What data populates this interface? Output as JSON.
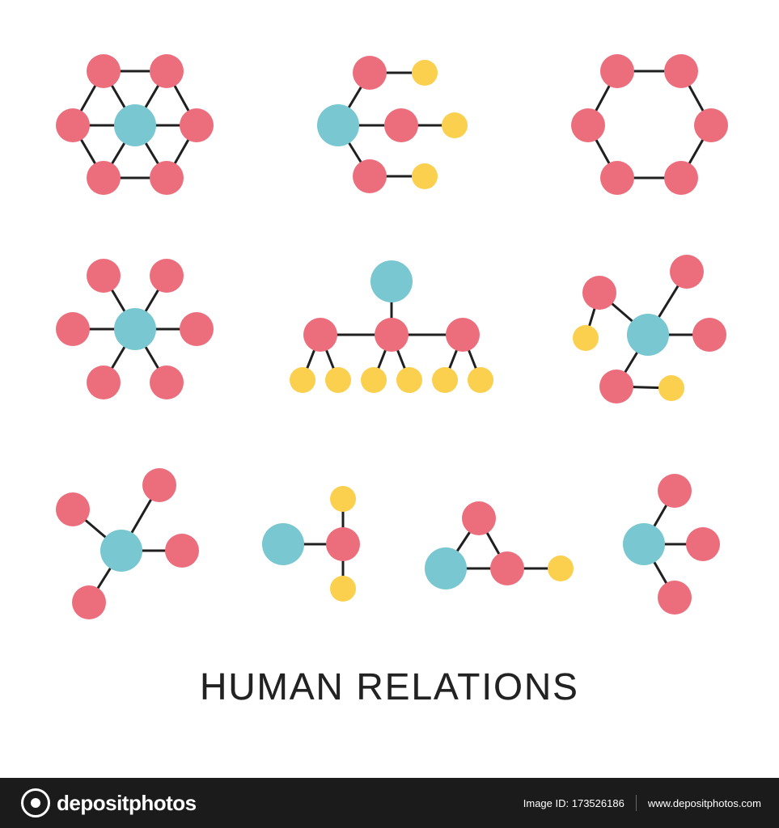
{
  "title": "HUMAN RELATIONS",
  "footer": {
    "brand": "depositphotos",
    "image_id": "Image ID: 173526186",
    "website": "www.depositphotos.com"
  },
  "colors": {
    "pink": "#ec6e7c",
    "teal": "#79c7d0",
    "yellow": "#fbd04e",
    "line": "#1f1f1f"
  },
  "diagrams": [
    {
      "name": "hexagon-hub",
      "nodes": [
        {
          "id": "c",
          "color": "teal",
          "r": 26
        },
        {
          "id": "tl",
          "color": "pink",
          "r": 21
        },
        {
          "id": "tr",
          "color": "pink",
          "r": 21
        },
        {
          "id": "l",
          "color": "pink",
          "r": 21
        },
        {
          "id": "rr",
          "color": "pink",
          "r": 21
        },
        {
          "id": "bl",
          "color": "pink",
          "r": 21
        },
        {
          "id": "br",
          "color": "pink",
          "r": 21
        }
      ],
      "edges": [
        [
          "c",
          "tl"
        ],
        [
          "c",
          "tr"
        ],
        [
          "c",
          "l"
        ],
        [
          "c",
          "rr"
        ],
        [
          "c",
          "bl"
        ],
        [
          "c",
          "br"
        ],
        [
          "tl",
          "tr"
        ],
        [
          "tr",
          "rr"
        ],
        [
          "rr",
          "br"
        ],
        [
          "br",
          "bl"
        ],
        [
          "bl",
          "l"
        ],
        [
          "l",
          "tl"
        ]
      ]
    },
    {
      "name": "branching-tree",
      "nodes": [
        {
          "id": "c",
          "color": "teal",
          "r": 26
        },
        {
          "id": "p1",
          "color": "pink",
          "r": 21
        },
        {
          "id": "p2",
          "color": "pink",
          "r": 21
        },
        {
          "id": "p3",
          "color": "pink",
          "r": 21
        },
        {
          "id": "y1",
          "color": "yellow",
          "r": 16
        },
        {
          "id": "y2",
          "color": "yellow",
          "r": 16
        },
        {
          "id": "y3",
          "color": "yellow",
          "r": 16
        }
      ],
      "edges": [
        [
          "c",
          "p1"
        ],
        [
          "c",
          "p2"
        ],
        [
          "c",
          "p3"
        ],
        [
          "p1",
          "y1"
        ],
        [
          "p2",
          "y2"
        ],
        [
          "p3",
          "y3"
        ]
      ]
    },
    {
      "name": "hexagon-ring",
      "nodes": [
        {
          "id": "a",
          "color": "pink",
          "r": 21
        },
        {
          "id": "b",
          "color": "pink",
          "r": 21
        },
        {
          "id": "c",
          "color": "pink",
          "r": 21
        },
        {
          "id": "d",
          "color": "pink",
          "r": 21
        },
        {
          "id": "e",
          "color": "pink",
          "r": 21
        },
        {
          "id": "f",
          "color": "pink",
          "r": 21
        }
      ],
      "edges": [
        [
          "a",
          "b"
        ],
        [
          "b",
          "c"
        ],
        [
          "c",
          "d"
        ],
        [
          "d",
          "e"
        ],
        [
          "e",
          "f"
        ],
        [
          "f",
          "a"
        ]
      ]
    },
    {
      "name": "star-hub",
      "nodes": [
        {
          "id": "c",
          "color": "teal",
          "r": 26
        },
        {
          "id": "a",
          "color": "pink",
          "r": 21
        },
        {
          "id": "b",
          "color": "pink",
          "r": 21
        },
        {
          "id": "d",
          "color": "pink",
          "r": 21
        },
        {
          "id": "e",
          "color": "pink",
          "r": 21
        },
        {
          "id": "f",
          "color": "pink",
          "r": 21
        },
        {
          "id": "g",
          "color": "pink",
          "r": 21
        }
      ],
      "edges": [
        [
          "c",
          "a"
        ],
        [
          "c",
          "b"
        ],
        [
          "c",
          "d"
        ],
        [
          "c",
          "e"
        ],
        [
          "c",
          "f"
        ],
        [
          "c",
          "g"
        ]
      ]
    },
    {
      "name": "org-chart",
      "nodes": [
        {
          "id": "top",
          "color": "teal",
          "r": 26
        },
        {
          "id": "m1",
          "color": "pink",
          "r": 21
        },
        {
          "id": "m2",
          "color": "pink",
          "r": 21
        },
        {
          "id": "m3",
          "color": "pink",
          "r": 21
        },
        {
          "id": "y1",
          "color": "yellow",
          "r": 16
        },
        {
          "id": "y2",
          "color": "yellow",
          "r": 16
        },
        {
          "id": "y3",
          "color": "yellow",
          "r": 16
        },
        {
          "id": "y4",
          "color": "yellow",
          "r": 16
        },
        {
          "id": "y5",
          "color": "yellow",
          "r": 16
        },
        {
          "id": "y6",
          "color": "yellow",
          "r": 16
        }
      ],
      "edges": [
        [
          "top",
          "m2"
        ],
        [
          "m1",
          "m2"
        ],
        [
          "m2",
          "m3"
        ],
        [
          "m1",
          "y1"
        ],
        [
          "m1",
          "y2"
        ],
        [
          "m2",
          "y3"
        ],
        [
          "m2",
          "y4"
        ],
        [
          "m3",
          "y5"
        ],
        [
          "m3",
          "y6"
        ]
      ]
    },
    {
      "name": "mixed-network",
      "nodes": [
        {
          "id": "c",
          "color": "teal",
          "r": 26
        },
        {
          "id": "ul",
          "color": "pink",
          "r": 21
        },
        {
          "id": "ur",
          "color": "pink",
          "r": 21
        },
        {
          "id": "r",
          "color": "pink",
          "r": 21
        },
        {
          "id": "bl",
          "color": "pink",
          "r": 21
        },
        {
          "id": "y1",
          "color": "yellow",
          "r": 16
        },
        {
          "id": "y2",
          "color": "yellow",
          "r": 16
        }
      ],
      "edges": [
        [
          "c",
          "ul"
        ],
        [
          "c",
          "ur"
        ],
        [
          "c",
          "r"
        ],
        [
          "c",
          "bl"
        ],
        [
          "ul",
          "y1"
        ],
        [
          "bl",
          "y2"
        ]
      ]
    },
    {
      "name": "four-spoke",
      "nodes": [
        {
          "id": "c",
          "color": "teal",
          "r": 26
        },
        {
          "id": "a",
          "color": "pink",
          "r": 21
        },
        {
          "id": "b",
          "color": "pink",
          "r": 21
        },
        {
          "id": "d",
          "color": "pink",
          "r": 21
        },
        {
          "id": "e",
          "color": "pink",
          "r": 21
        }
      ],
      "edges": [
        [
          "c",
          "a"
        ],
        [
          "c",
          "b"
        ],
        [
          "c",
          "d"
        ],
        [
          "c",
          "e"
        ]
      ]
    },
    {
      "name": "chain-cross",
      "nodes": [
        {
          "id": "t",
          "color": "teal",
          "r": 26
        },
        {
          "id": "p",
          "color": "pink",
          "r": 21
        },
        {
          "id": "y1",
          "color": "yellow",
          "r": 16
        },
        {
          "id": "y2",
          "color": "yellow",
          "r": 16
        }
      ],
      "edges": [
        [
          "t",
          "p"
        ],
        [
          "p",
          "y1"
        ],
        [
          "p",
          "y2"
        ]
      ]
    },
    {
      "name": "triangle-chain",
      "nodes": [
        {
          "id": "t",
          "color": "teal",
          "r": 26
        },
        {
          "id": "p1",
          "color": "pink",
          "r": 21
        },
        {
          "id": "p2",
          "color": "pink",
          "r": 21
        },
        {
          "id": "y",
          "color": "yellow",
          "r": 16
        }
      ],
      "edges": [
        [
          "t",
          "p1"
        ],
        [
          "t",
          "p2"
        ],
        [
          "p1",
          "p2"
        ],
        [
          "p2",
          "y"
        ]
      ]
    },
    {
      "name": "three-spoke",
      "nodes": [
        {
          "id": "c",
          "color": "teal",
          "r": 26
        },
        {
          "id": "a",
          "color": "pink",
          "r": 21
        },
        {
          "id": "b",
          "color": "pink",
          "r": 21
        },
        {
          "id": "d",
          "color": "pink",
          "r": 21
        }
      ],
      "edges": [
        [
          "c",
          "a"
        ],
        [
          "c",
          "b"
        ],
        [
          "c",
          "d"
        ]
      ]
    }
  ]
}
